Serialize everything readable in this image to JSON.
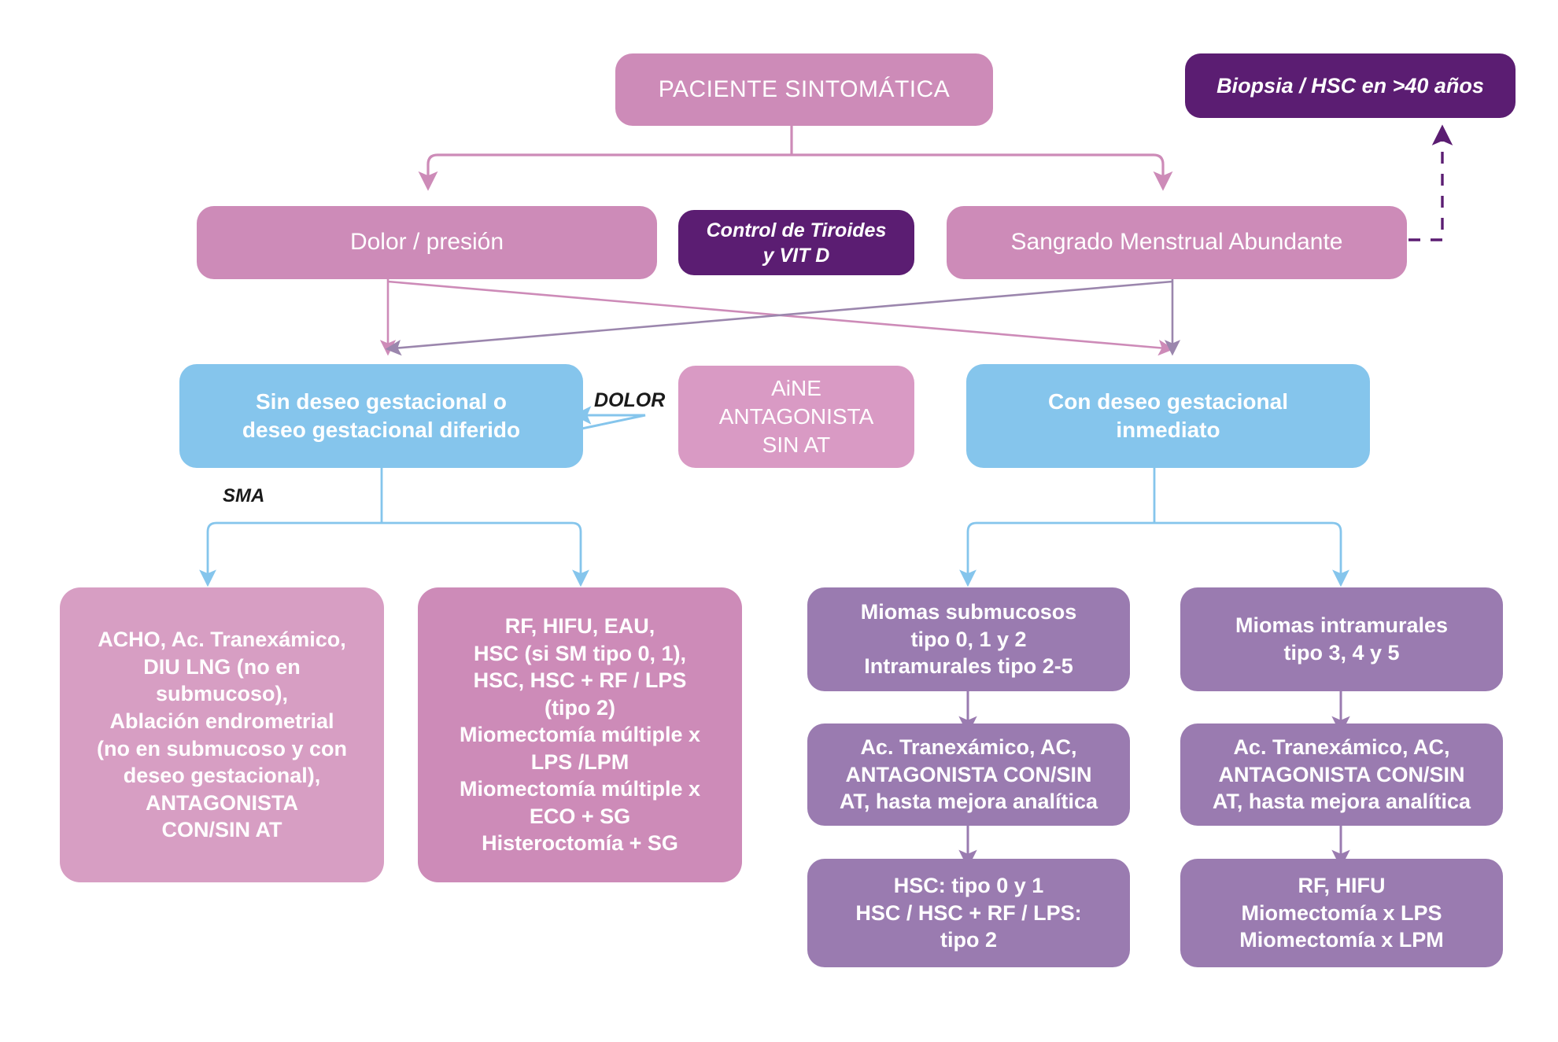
{
  "diagram": {
    "title_text": "PACIENTE SINTOMÁTICA",
    "colors": {
      "pink": "#cd8bb8",
      "pink_soft": "#d99ac4",
      "blue": "#85c5ec",
      "purple": "#9a7bb0",
      "deep_purple": "#5b1d72",
      "background": "#ffffff"
    },
    "nodes": {
      "paciente_sintomatica": "PACIENTE SINTOMÁTICA",
      "biopsia_hsc": "Biopsia / HSC en >40 años",
      "dolor_presion": "Dolor / presión",
      "control_tiroides": "Control de Tiroides\ny VIT D",
      "sangrado_menstrual": "Sangrado Menstrual Abundante",
      "sin_deseo": "Sin deseo gestacional o\ndeseo gestacional diferido",
      "aine": "AiNE\nANTAGONISTA\nSIN AT",
      "con_deseo": "Con deseo gestacional\ninmediato",
      "tratamiento_medico": "ACHO, Ac. Tranexámico,\nDIU LNG (no en\nsubmucoso),\nAblación endrometrial\n(no en submucoso y con\ndeseo gestacional),\nANTAGONISTA\nCON/SIN AT",
      "tratamiento_quirurgico": "RF, HIFU, EAU,\nHSC (si SM tipo 0, 1),\nHSC, HSC + RF / LPS\n(tipo 2)\nMiomectomía múltiple x\nLPS /LPM\nMiomectomía múltiple x\nECO + SG\nHisteroctomía + SG",
      "miomas_submucosos": "Miomas submucosos\ntipo 0, 1 y 2\nIntramurales tipo 2-5",
      "miomas_intramurales": "Miomas intramurales\ntipo 3, 4 y 5",
      "ac_tranexamico_left": "Ac. Tranexámico, AC,\nANTAGONISTA CON/SIN\nAT, hasta mejora analítica",
      "ac_tranexamico_right": "Ac. Tranexámico, AC,\nANTAGONISTA CON/SIN\nAT, hasta mejora analítica",
      "hsc_tipos": "HSC: tipo 0 y 1\nHSC / HSC + RF / LPS:\ntipo 2",
      "rf_hifu_miomectomia": "RF, HIFU\nMiomectomía x LPS\nMiomectomía x LPM"
    },
    "edge_labels": {
      "dolor": "DOLOR",
      "sma": "SMA"
    }
  }
}
